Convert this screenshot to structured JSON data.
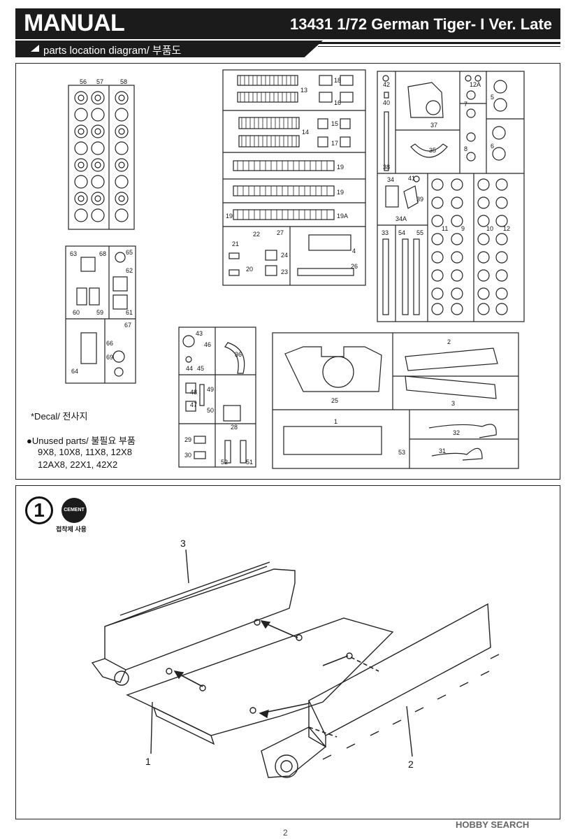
{
  "header": {
    "title": "MANUAL",
    "product": "13431 1/72 German Tiger- I  Ver. Late"
  },
  "section": {
    "label": "parts location diagram/ 부품도"
  },
  "notes": {
    "decal": "*Decal/ 전사지",
    "unused_title": "Unused parts/ 불필요 부품",
    "unused_line1": "9X8, 10X8, 11X8, 12X8",
    "unused_line2": "12AX8, 22X1, 42X2"
  },
  "step": {
    "number": "1",
    "cement_badge": "CEMENT",
    "cement_label": "접착제 사용",
    "callouts": {
      "c1": "1",
      "c2": "2",
      "c3": "3"
    }
  },
  "sprues": {
    "wheels_a": {
      "n56": "56",
      "n57": "57",
      "n58": "58"
    },
    "tracks": {
      "n13": "13",
      "n18": "18",
      "n16": "16",
      "n14": "14",
      "n15": "15",
      "n17": "17",
      "n19": "19",
      "n19b": "19",
      "n19c": "19",
      "n19a": "19A",
      "n21": "21",
      "n22": "22",
      "n27": "27",
      "n20": "20",
      "n24": "24",
      "n23": "23",
      "n4": "4",
      "n26": "26"
    },
    "turret": {
      "n42": "42",
      "n40": "40",
      "n38": "38",
      "n37": "37",
      "n35": "35",
      "n12a": "12A",
      "n7": "7",
      "n5": "5",
      "n8": "8",
      "n6": "6",
      "n34": "34",
      "n41": "41",
      "n39": "39",
      "n34a": "34A",
      "n11": "11",
      "n9": "9",
      "n10": "10",
      "n12": "12",
      "n33": "33",
      "n54": "54",
      "n55": "55"
    },
    "small_a": {
      "n63": "63",
      "n68": "68",
      "n65": "65",
      "n62": "62",
      "n60": "60",
      "n59": "59",
      "n61": "61",
      "n67": "67",
      "n66": "66",
      "n69": "69",
      "n64": "64"
    },
    "small_b": {
      "n43": "43",
      "n46": "46",
      "n44": "44",
      "n45": "45",
      "n36": "36",
      "n48": "48",
      "n49": "49",
      "n47": "47",
      "n50": "50",
      "n28": "28",
      "n29": "29",
      "n30": "30",
      "n52": "52",
      "n51": "51"
    },
    "hull": {
      "n25": "25",
      "n2": "2",
      "n3": "3",
      "n1": "1",
      "n53": "53",
      "n32": "32",
      "n31": "31"
    }
  },
  "footer": {
    "page": "2",
    "brand": "HOBBY SEARCH"
  }
}
